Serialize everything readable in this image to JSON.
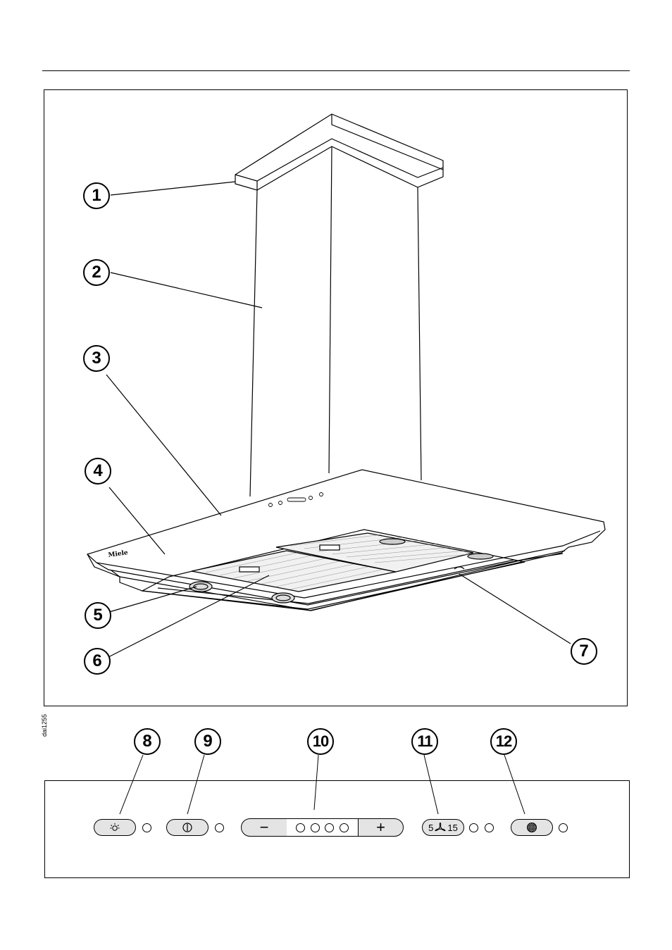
{
  "figure": {
    "callouts": [
      "1",
      "2",
      "3",
      "4",
      "5",
      "6",
      "7",
      "8",
      "9",
      "10",
      "11",
      "12"
    ],
    "brand_label": "Miele",
    "drawing_code": "dai1255"
  },
  "control_panel": {
    "light_icon": "light-icon",
    "power_icon": "power-icon",
    "minus_label": "−",
    "plus_label": "+",
    "fan_run_on_min": "5",
    "fan_run_on_max": "15",
    "fan_icon": "fan-icon",
    "filter_icon": "grease-filter-icon"
  }
}
